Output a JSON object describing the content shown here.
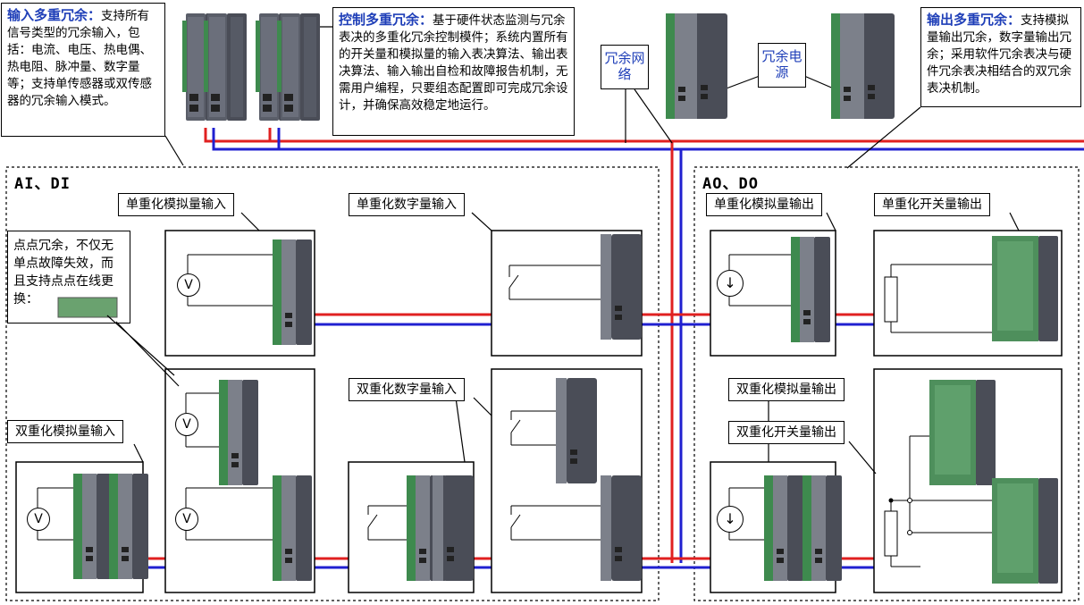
{
  "notes": {
    "input": {
      "title": "输入多重冗余：",
      "body": "支持所有信号类型的冗余输入，包括：电流、电压、热电偶、热电阻、脉冲量、数字量等；支持单传感器或双传感器的冗余输入模式。"
    },
    "control": {
      "title": "控制多重冗余：",
      "body": "基于硬件状态监测与冗余表决的多重化冗余控制模件；系统内置所有的开关量和模拟量的输入表决算法、输出表决算法、输入输出自检和故障报告机制，无需用户编程，只要组态配置即可完成冗余设计，并确保高效稳定地运行。"
    },
    "output": {
      "title": "输出多重冗余：",
      "body": "支持模拟量输出冗余，数字量输出冗余；采用软件冗余表决与硬件冗余表决相结合的双冗余表决机制。"
    },
    "point": "点点冗余，不仅无单点故障失效，而且支持点点在线更换："
  },
  "labels": {
    "redundant_network": "冗余网络",
    "redundant_power": "冗余电源",
    "section_left": "AI、DI",
    "section_right": "AO、DO",
    "single_ai": "单重化模拟量输入",
    "single_di": "单重化数字量输入",
    "dual_ai": "双重化模拟量输入",
    "dual_di": "双重化数字量输入",
    "single_ao": "单重化模拟量输出",
    "single_do": "单重化开关量输出",
    "dual_ao": "双重化模拟量输出",
    "dual_do": "双重化开关量输出"
  },
  "symbols": {
    "voltmeter": "V",
    "current_source": "↓"
  },
  "colors": {
    "title_blue": "#1f3fb8",
    "red_line": "#e02020",
    "blue_line": "#2020d0",
    "module_dark": "#4a4d57",
    "module_green": "#3e8a4e"
  }
}
